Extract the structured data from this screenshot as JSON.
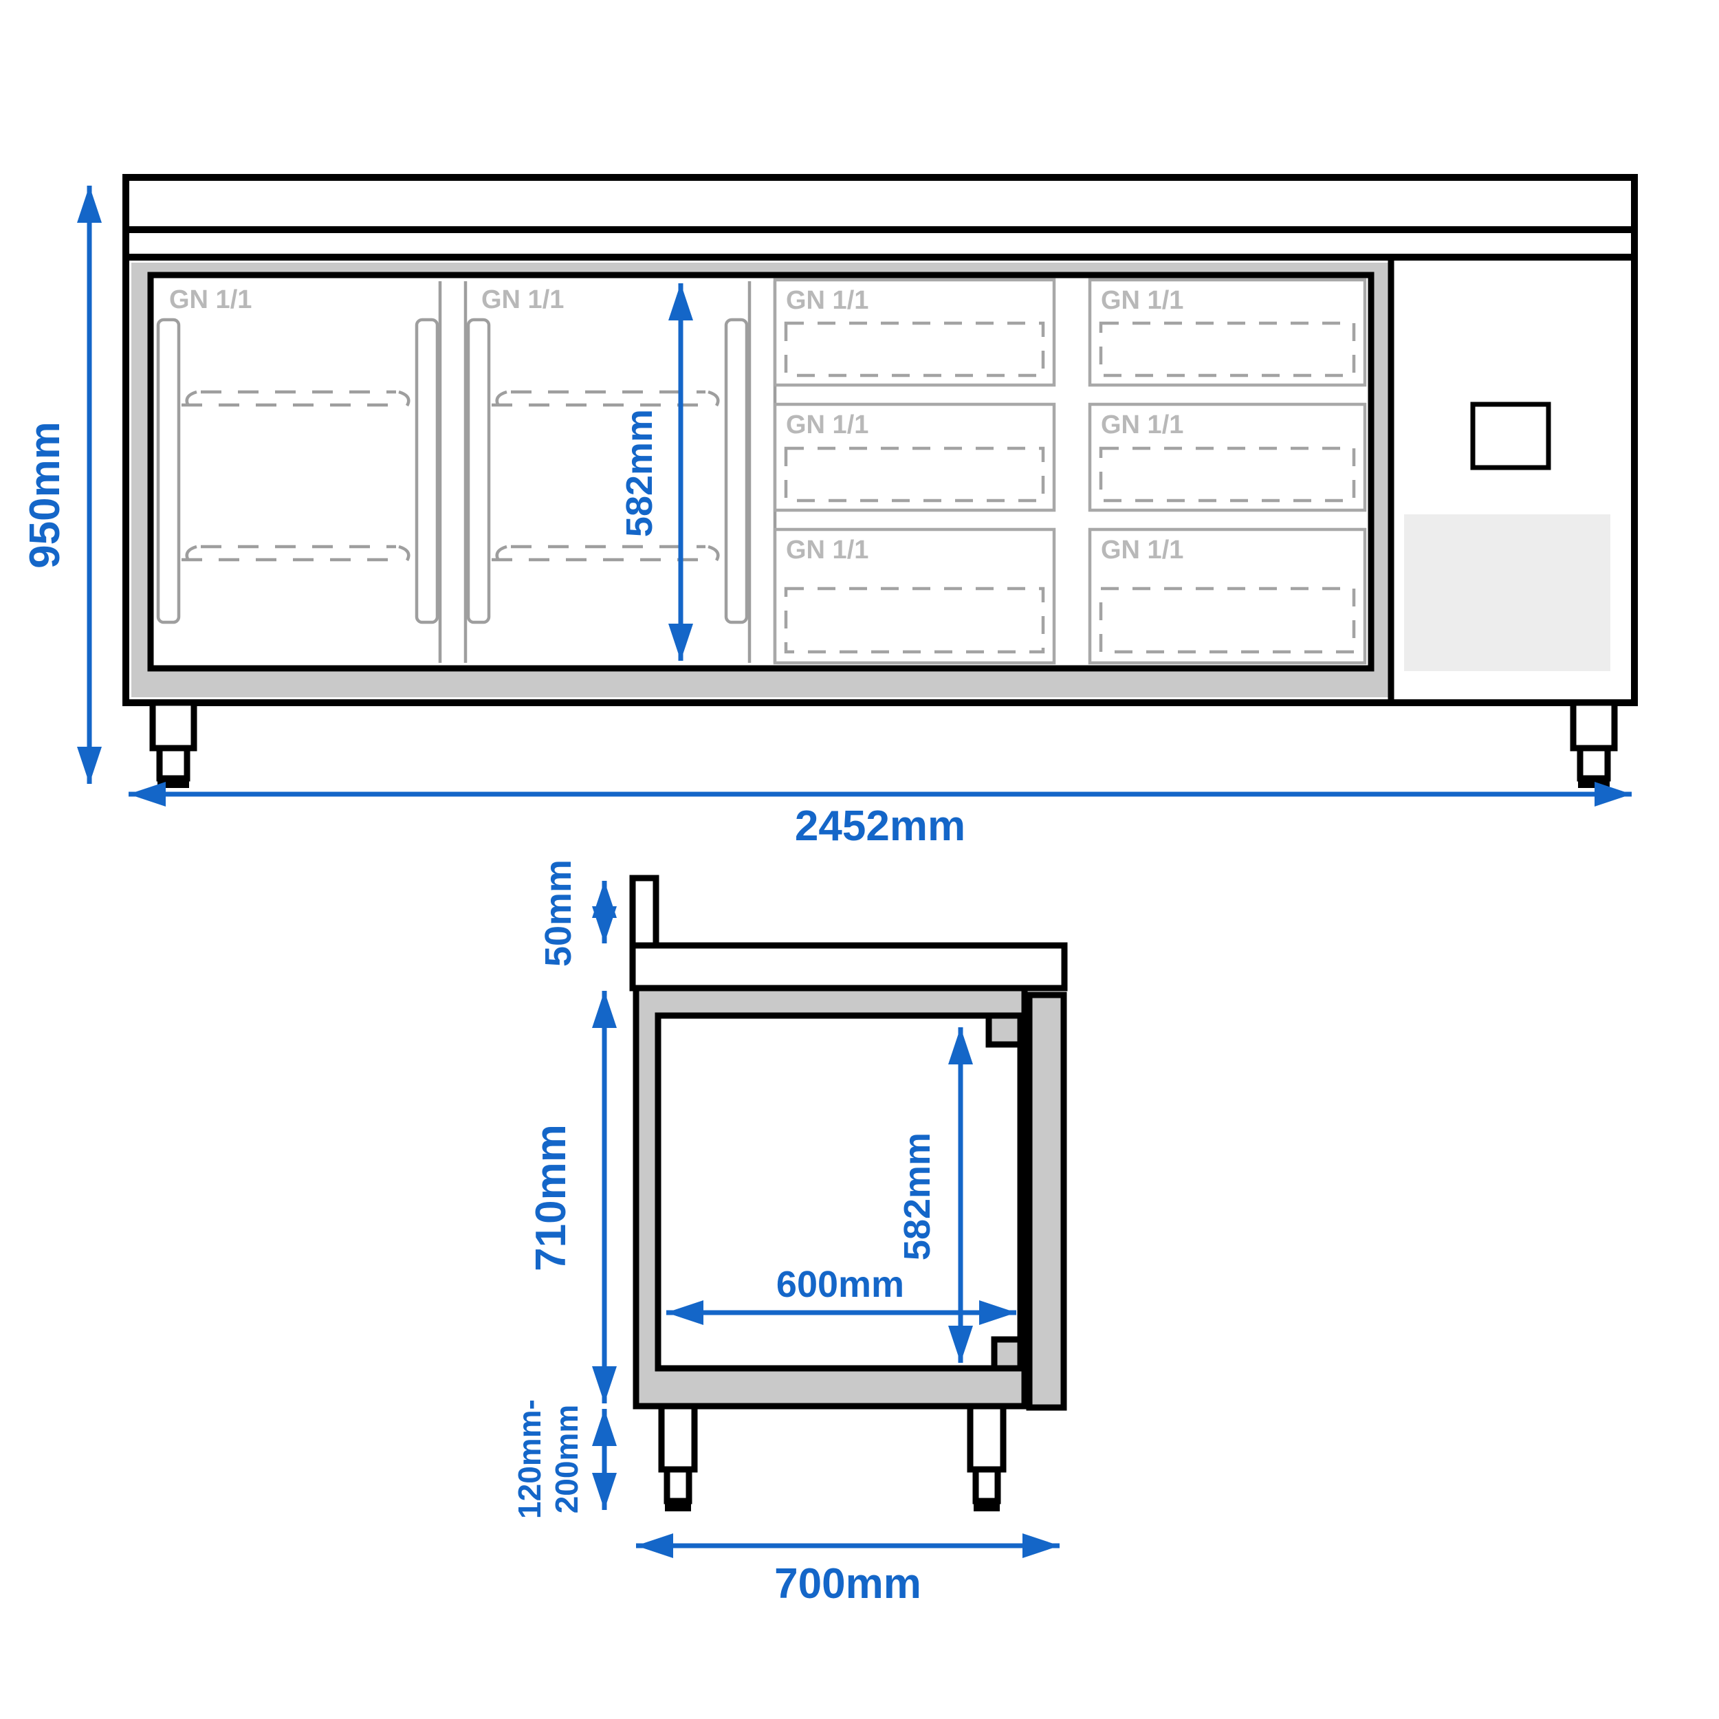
{
  "document_type": "technical dimension drawing of a refrigerated counter",
  "labels": {
    "gn": "GN 1/1"
  },
  "front": {
    "height_label": "950mm",
    "width_label": "2452mm",
    "inner_height_label": "582mm"
  },
  "side": {
    "upstand_label": "50mm",
    "body_height_label": "710mm",
    "leg_height_label_line1": "120mm-",
    "leg_height_label_line2": "200mm",
    "inner_width_label": "600mm",
    "inner_height_label": "582mm",
    "depth_label": "700mm"
  },
  "colors": {
    "dimension_blue": "#1466C8",
    "frame_gray": "#C9C9C9",
    "line_gray": "#9E9E9E",
    "label_gray": "#B8B8B8",
    "vent_gray": "#EDEDED",
    "background": "#FFFFFF"
  }
}
